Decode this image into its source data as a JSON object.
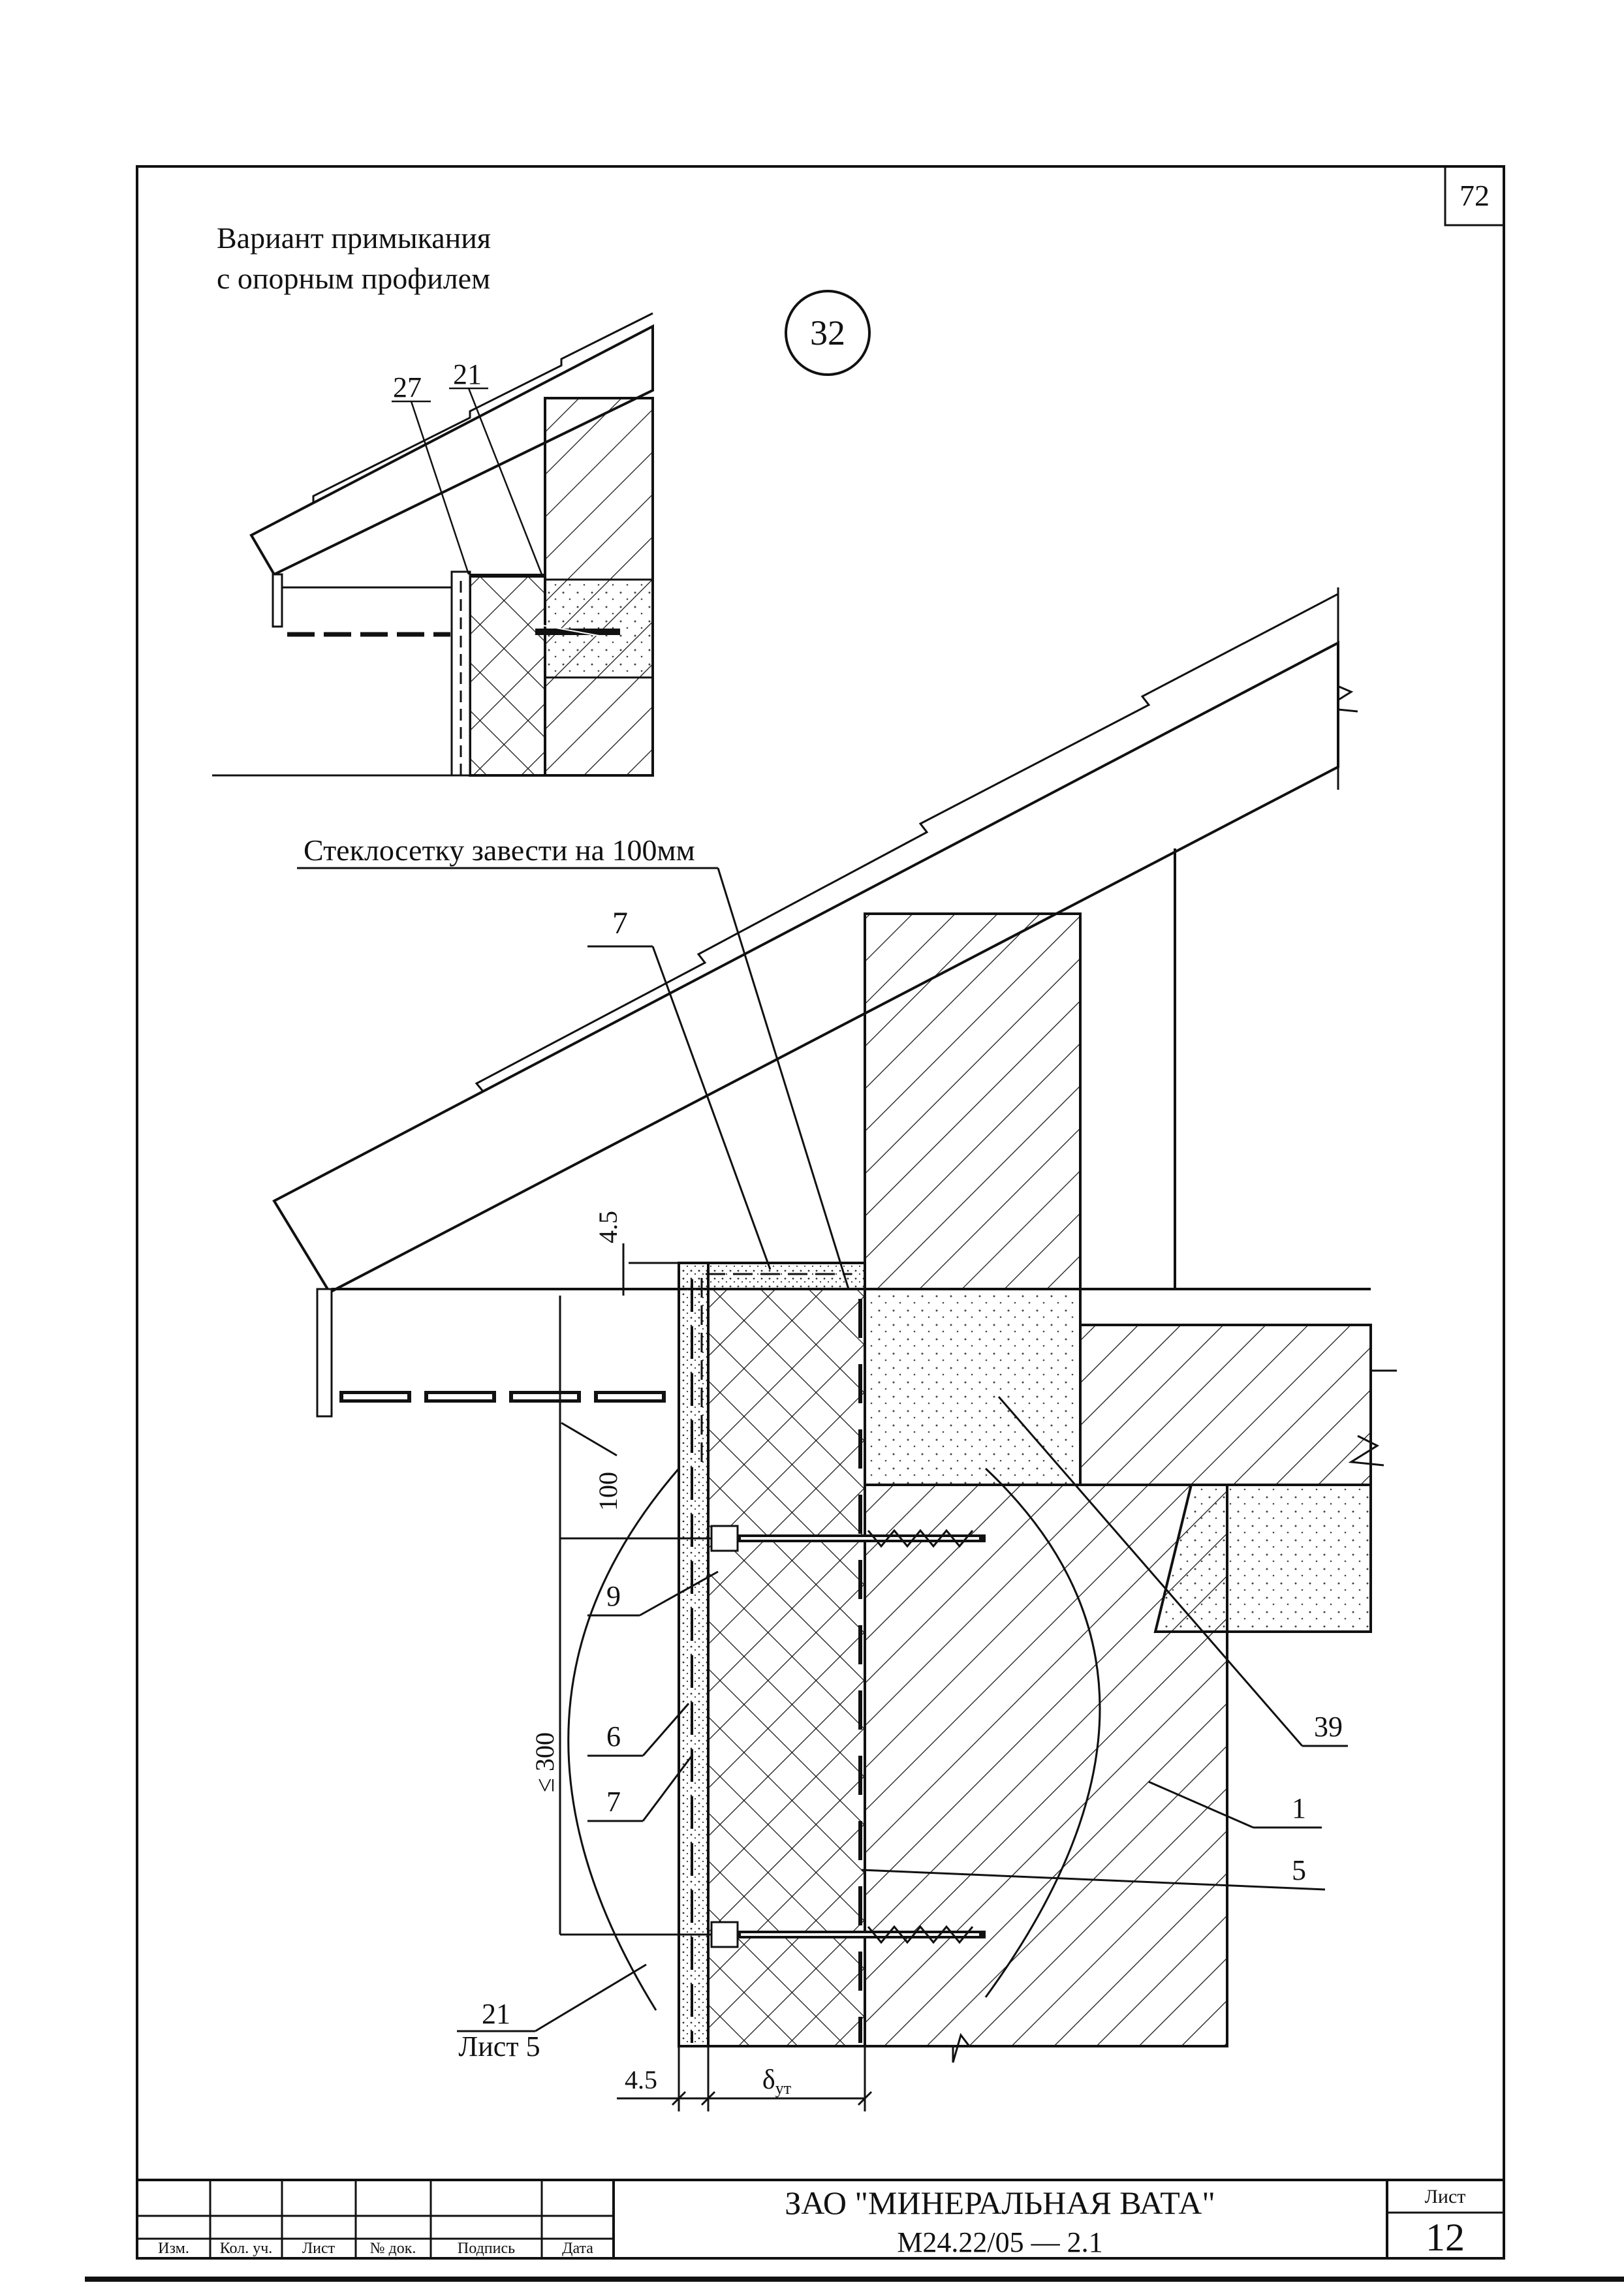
{
  "sheet_corner_number": "72",
  "variant_title": [
    "Вариант примыкания",
    "с опорным профилем"
  ],
  "detail_marker": "32",
  "inset_labels": {
    "left": "27",
    "right": "21"
  },
  "main_note": "Стеклосетку завести на 100мм",
  "callouts": {
    "top_7": "7",
    "label_9": "9",
    "label_6": "6",
    "label_7_low": "7",
    "label_39": "39",
    "label_1": "1",
    "label_5": "5",
    "ref_21": "21",
    "ref_sheet": "Лист 5"
  },
  "dimensions": {
    "top_gap": "4.5",
    "overlap": "100",
    "spacing": "≤ 300",
    "bottom_gap": "4.5",
    "insulation": "δ",
    "insulation_sub": "ут"
  },
  "title_block": {
    "columns": [
      "Изм.",
      "Кол. уч.",
      "Лист",
      "№ док.",
      "Подпись",
      "Дата"
    ],
    "company": "ЗАО \"МИНЕРАЛЬНАЯ ВАТА\"",
    "doc_code": "М24.22/05 — 2.1",
    "sheet_label": "Лист",
    "sheet_number": "12"
  },
  "colors": {
    "ink": "#111111",
    "paper": "#ffffff"
  }
}
